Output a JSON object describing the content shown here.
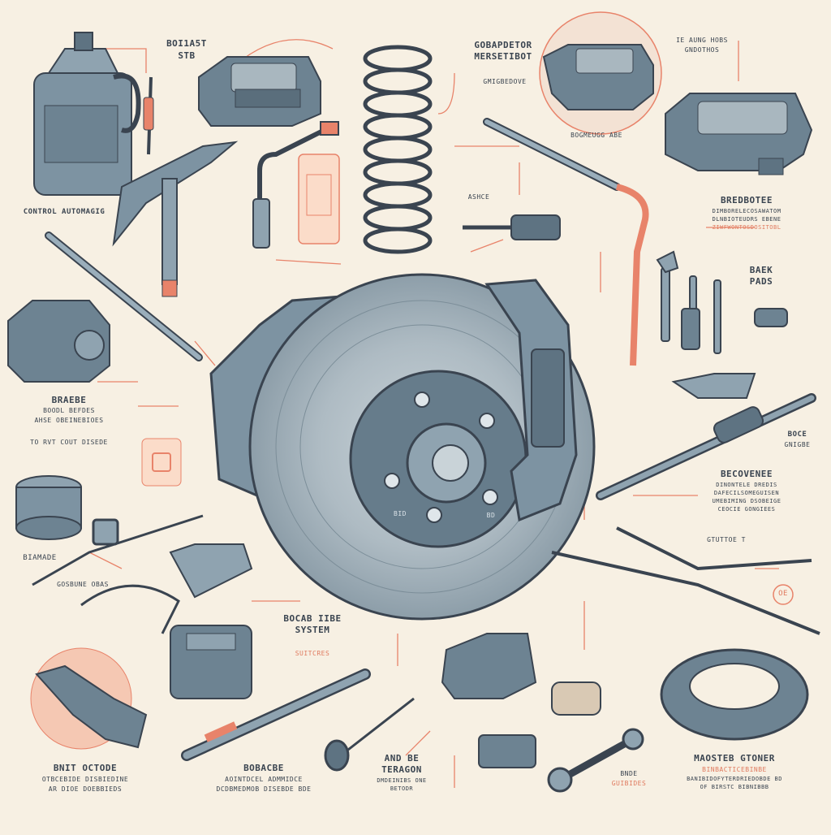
{
  "palette": {
    "paper": "#f7f0e3",
    "ink": "#3a4450",
    "steel": "#5e7382",
    "steel_light": "#8fa3b0",
    "accent": "#e8836a"
  },
  "labels": {
    "fluid": {
      "title": "BOI1A5T",
      "sub": "STB"
    },
    "hose_left": "CONTROL AUTOMAGIG",
    "caliper_top": {
      "title": "GOBAPDETOR",
      "sub": "MERSETIBOT",
      "note": "GMIGBEDOVE"
    },
    "top_right": {
      "title": "IE AUNG HOBS",
      "sub": "GNDOTHOS"
    },
    "tool_mid": "BOGMEUGG ABE",
    "small_note": "ASHCE",
    "brackets": {
      "title": "BREDBOTEE",
      "lines": [
        "DIMBORELECOSAWATOM",
        "DLNBIOTEUDRS EBENE",
        "ZIWFWONTOSDOSITOBL"
      ]
    },
    "pads": {
      "title": "BAEK",
      "sub": "PADS"
    },
    "brake_left": {
      "title": "BRAEBE",
      "lines": [
        "BOODL BEFDES",
        "AHSE OBEINEBIOES",
        "TO RVT COUT DISEDE"
      ]
    },
    "recovers": {
      "title": "BECOVENEE",
      "lines": [
        "DINONTELE DREDIS",
        "DAFECILSOMEGUISEN",
        "UMEBIMING DSOBEIGE",
        "CEOCIE GONGIEES"
      ]
    },
    "dose": {
      "title": "BOCE",
      "sub": "GNIGBE"
    },
    "badge_label": "BIAMADE",
    "small_left": "GOSBUNE OBAS",
    "system": {
      "title": "BOCAB IIBE",
      "sub": "SYSTEM",
      "note": "SUITCRES"
    },
    "grease": "GTUTTOE T",
    "oe_badge": "OE",
    "bottom_left": {
      "title": "BNIT OCTODE",
      "lines": [
        "OTBCEBIDE DISBIEDINE",
        "AR DIOE DOEBBIEDS"
      ]
    },
    "bottom_mid_left": {
      "title": "BOBACBE",
      "lines": [
        "AOINTDCEL ADMMIDCE",
        "DCDBMEDMOB DISEBDE BDE"
      ]
    },
    "bottom_mid": {
      "title": "AND BE",
      "sub": "TERAGON",
      "lines": [
        "DMDEINIBS ONE",
        "BETODR"
      ]
    },
    "bottom_wrench": {
      "title": "BNDE",
      "sub": "GUIBIDES"
    },
    "master": {
      "title": "MAOSTEB GTONER",
      "lines": [
        "BINBACTICEBINBE",
        "BANIBIDOFYTERDRIEDOBDE BD",
        "OF BIRSTC BIBNIBBB"
      ]
    },
    "hub_marks": [
      "BID",
      "BD"
    ]
  }
}
